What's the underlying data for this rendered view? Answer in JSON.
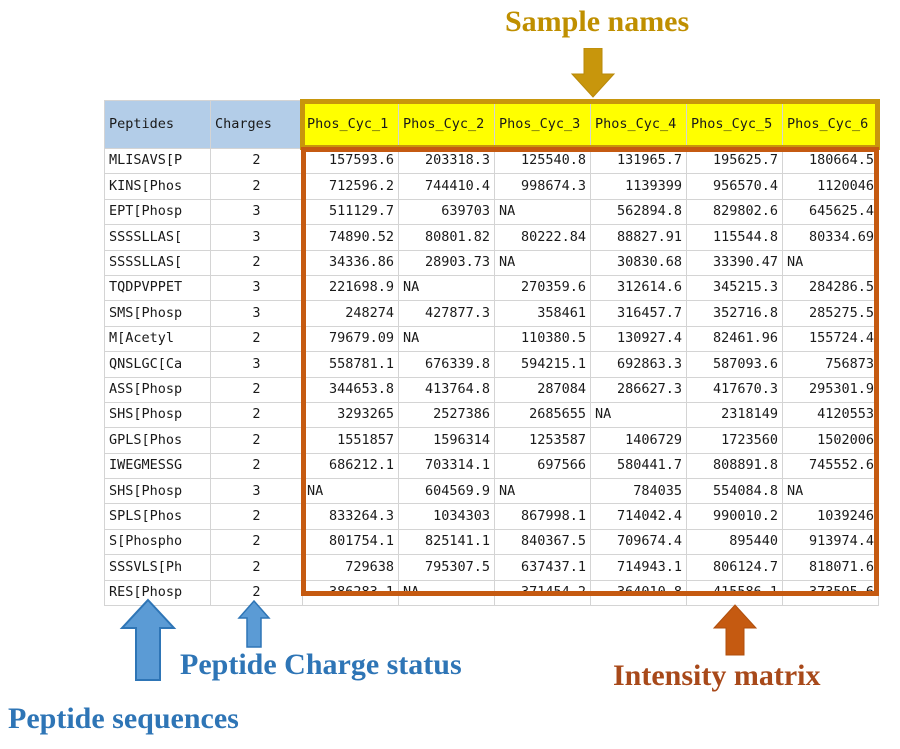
{
  "table": {
    "headers": [
      "Peptides",
      "Charges",
      "Phos_Cyc_1",
      "Phos_Cyc_2",
      "Phos_Cyc_3",
      "Phos_Cyc_4",
      "Phos_Cyc_5",
      "Phos_Cyc_6"
    ],
    "header_colors": {
      "id_columns": "#b3cde8",
      "sample_columns": "#ffff00"
    },
    "rows": [
      {
        "peptide": "MLISAVS[P",
        "charge": "2",
        "values": [
          "157593.6",
          "203318.3",
          "125540.8",
          "131965.7",
          "195625.7",
          "180664.5"
        ]
      },
      {
        "peptide": "KINS[Phos",
        "charge": "2",
        "values": [
          "712596.2",
          "744410.4",
          "998674.3",
          "1139399",
          "956570.4",
          "1120046"
        ]
      },
      {
        "peptide": "EPT[Phosp",
        "charge": "3",
        "values": [
          "511129.7",
          "639703",
          "NA",
          "562894.8",
          "829802.6",
          "645625.4"
        ]
      },
      {
        "peptide": "SSSSLLAS[",
        "charge": "3",
        "values": [
          "74890.52",
          "80801.82",
          "80222.84",
          "88827.91",
          "115544.8",
          "80334.69"
        ]
      },
      {
        "peptide": "SSSSLLAS[",
        "charge": "2",
        "values": [
          "34336.86",
          "28903.73",
          "NA",
          "30830.68",
          "33390.47",
          "NA"
        ]
      },
      {
        "peptide": "TQDPVPPET",
        "charge": "3",
        "values": [
          "221698.9",
          "NA",
          "270359.6",
          "312614.6",
          "345215.3",
          "284286.5"
        ]
      },
      {
        "peptide": "SMS[Phosp",
        "charge": "3",
        "values": [
          "248274",
          "427877.3",
          "358461",
          "316457.7",
          "352716.8",
          "285275.5"
        ]
      },
      {
        "peptide": "M[Acetyl",
        "charge": "2",
        "values": [
          "79679.09",
          "NA",
          "110380.5",
          "130927.4",
          "82461.96",
          "155724.4"
        ]
      },
      {
        "peptide": "QNSLGC[Ca",
        "charge": "3",
        "values": [
          "558781.1",
          "676339.8",
          "594215.1",
          "692863.3",
          "587093.6",
          "756873"
        ]
      },
      {
        "peptide": "ASS[Phosp",
        "charge": "2",
        "values": [
          "344653.8",
          "413764.8",
          "287084",
          "286627.3",
          "417670.3",
          "295301.9"
        ]
      },
      {
        "peptide": "SHS[Phosp",
        "charge": "2",
        "values": [
          "3293265",
          "2527386",
          "2685655",
          "NA",
          "2318149",
          "4120553"
        ]
      },
      {
        "peptide": "GPLS[Phos",
        "charge": "2",
        "values": [
          "1551857",
          "1596314",
          "1253587",
          "1406729",
          "1723560",
          "1502006"
        ]
      },
      {
        "peptide": "IWEGMESSG",
        "charge": "2",
        "values": [
          "686212.1",
          "703314.1",
          "697566",
          "580441.7",
          "808891.8",
          "745552.6"
        ]
      },
      {
        "peptide": "SHS[Phosp",
        "charge": "3",
        "values": [
          "NA",
          "604569.9",
          "NA",
          "784035",
          "554084.8",
          "NA"
        ]
      },
      {
        "peptide": "SPLS[Phos",
        "charge": "2",
        "values": [
          "833264.3",
          "1034303",
          "867998.1",
          "714042.4",
          "990010.2",
          "1039246"
        ]
      },
      {
        "peptide": "S[Phospho",
        "charge": "2",
        "values": [
          "801754.1",
          "825141.1",
          "840367.5",
          "709674.4",
          "895440",
          "913974.4"
        ]
      },
      {
        "peptide": "SSSVLS[Ph",
        "charge": "2",
        "values": [
          "729638",
          "795307.5",
          "637437.1",
          "714943.1",
          "806124.7",
          "818071.6"
        ]
      },
      {
        "peptide": "RES[Phosp",
        "charge": "2",
        "values": [
          "386283.1",
          "NA",
          "371454.2",
          "364010.8",
          "415586.1",
          "373595.6"
        ]
      }
    ]
  },
  "annotations": {
    "sample_names": {
      "text": "Sample names",
      "color": "#bf8f00",
      "arrow": "down-arrow-icon"
    },
    "intensity_matrix": {
      "text": "Intensity matrix",
      "color": "#a8491a",
      "arrow": "up-arrow-icon"
    },
    "charge_status": {
      "text": "Peptide Charge status",
      "color": "#2e75b6",
      "arrow": "up-arrow-icon"
    },
    "peptide_sequences": {
      "text": "Peptide sequences",
      "color": "#2e75b6",
      "arrow": "up-arrow-icon"
    }
  },
  "callouts": {
    "sample_header_box_color": "#c8960c",
    "intensity_matrix_box_color": "#c55a11"
  }
}
